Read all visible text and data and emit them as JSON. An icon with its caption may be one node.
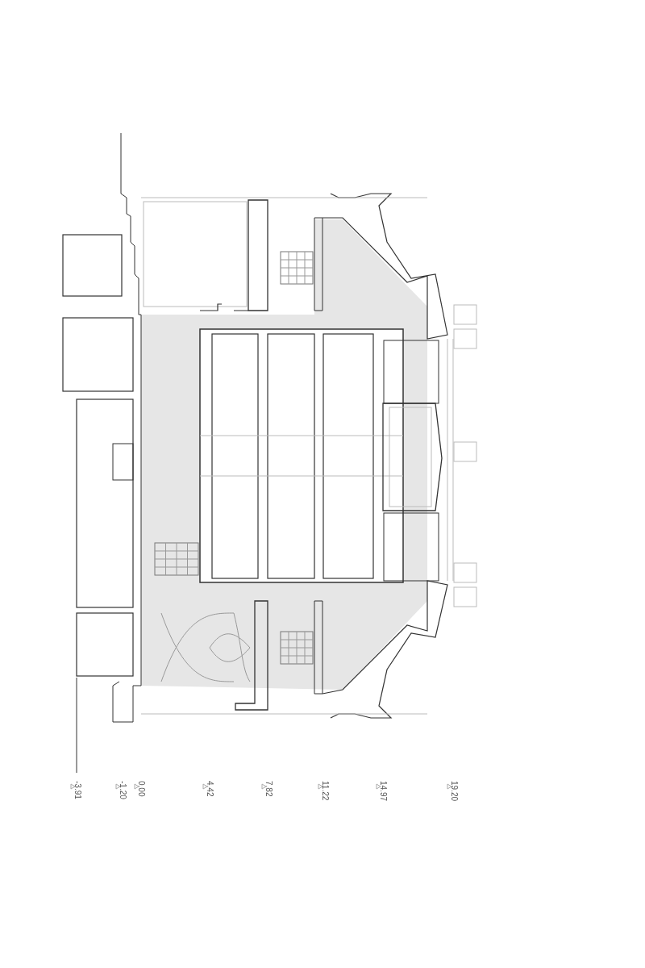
{
  "diagram": {
    "labels": [
      "-3.91",
      "-1.20",
      "0.00",
      "4.42",
      "7.82",
      "11.22",
      "14.97",
      "19.20"
    ]
  }
}
